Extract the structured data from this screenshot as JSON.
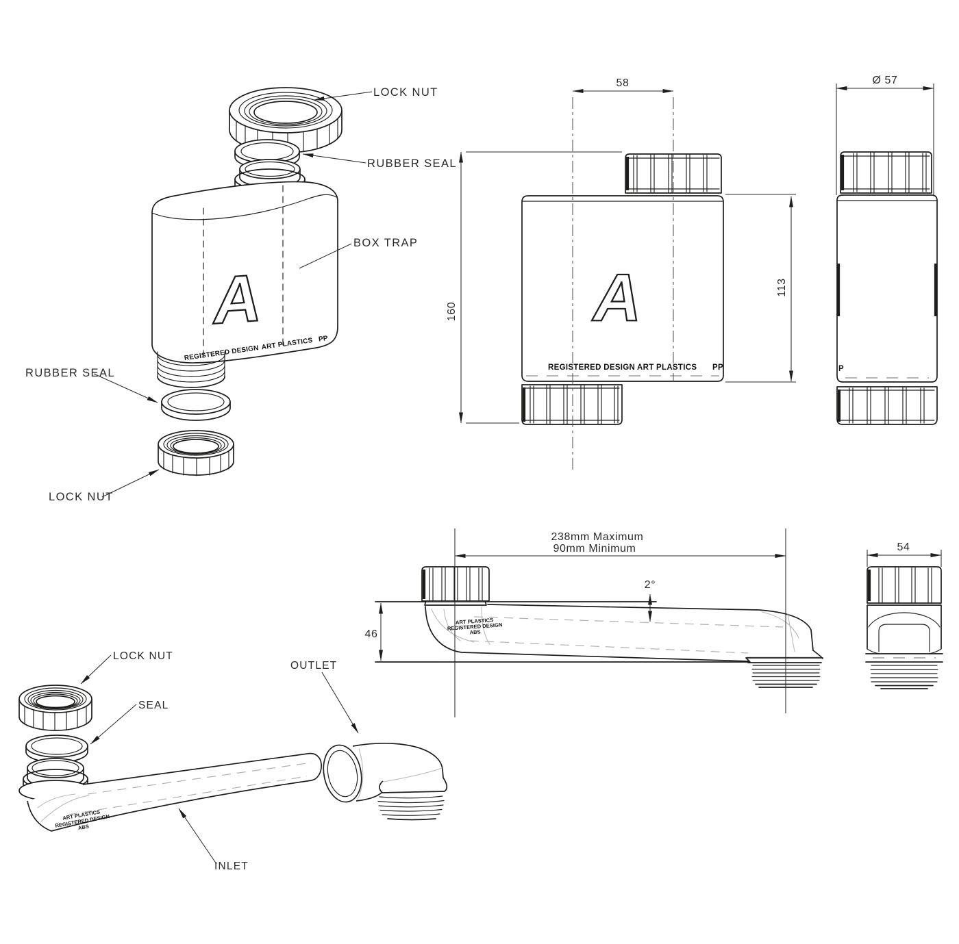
{
  "drawing_colors": {
    "line": "#1d1d1b",
    "light_line": "#b9b9b9",
    "background": "#ffffff"
  },
  "exploded_trap": {
    "label_lock_nut_top": "LOCK NUT",
    "label_rubber_seal_top": "RUBBER SEAL",
    "label_box_trap": "BOX TRAP",
    "label_rubber_seal_bottom": "RUBBER SEAL",
    "label_lock_nut_bottom": "LOCK NUT",
    "logo": "A",
    "marking_left": "REGISTERED DESIGN",
    "marking_mid": "ART PLASTICS",
    "marking_right": "PP"
  },
  "front_view": {
    "dim_offset": "58",
    "dim_height_overall": "160",
    "dim_height_body": "113",
    "logo": "A",
    "marking_left": "REGISTERED DESIGN",
    "marking_mid": "ART PLASTICS",
    "marking_right": "PP"
  },
  "side_view": {
    "dim_diameter": "Ø 57",
    "marking": "P"
  },
  "exploded_pipe": {
    "label_lock_nut": "LOCK NUT",
    "label_seal": "SEAL",
    "label_outlet": "OUTLET",
    "label_inlet": "INLET",
    "marking_line1": "ART PLASTICS",
    "marking_line2": "REGISTERED DESIGN",
    "marking_line3": "ABS"
  },
  "pipe_side_view": {
    "dim_max": "238mm Maximum",
    "dim_min": "90mm Minimum",
    "dim_angle": "2°",
    "dim_height": "46",
    "marking_line1": "ART PLASTICS",
    "marking_line2": "REGISTERED DESIGN",
    "marking_line3": "ABS"
  },
  "pipe_end_view": {
    "dim_width": "54"
  }
}
